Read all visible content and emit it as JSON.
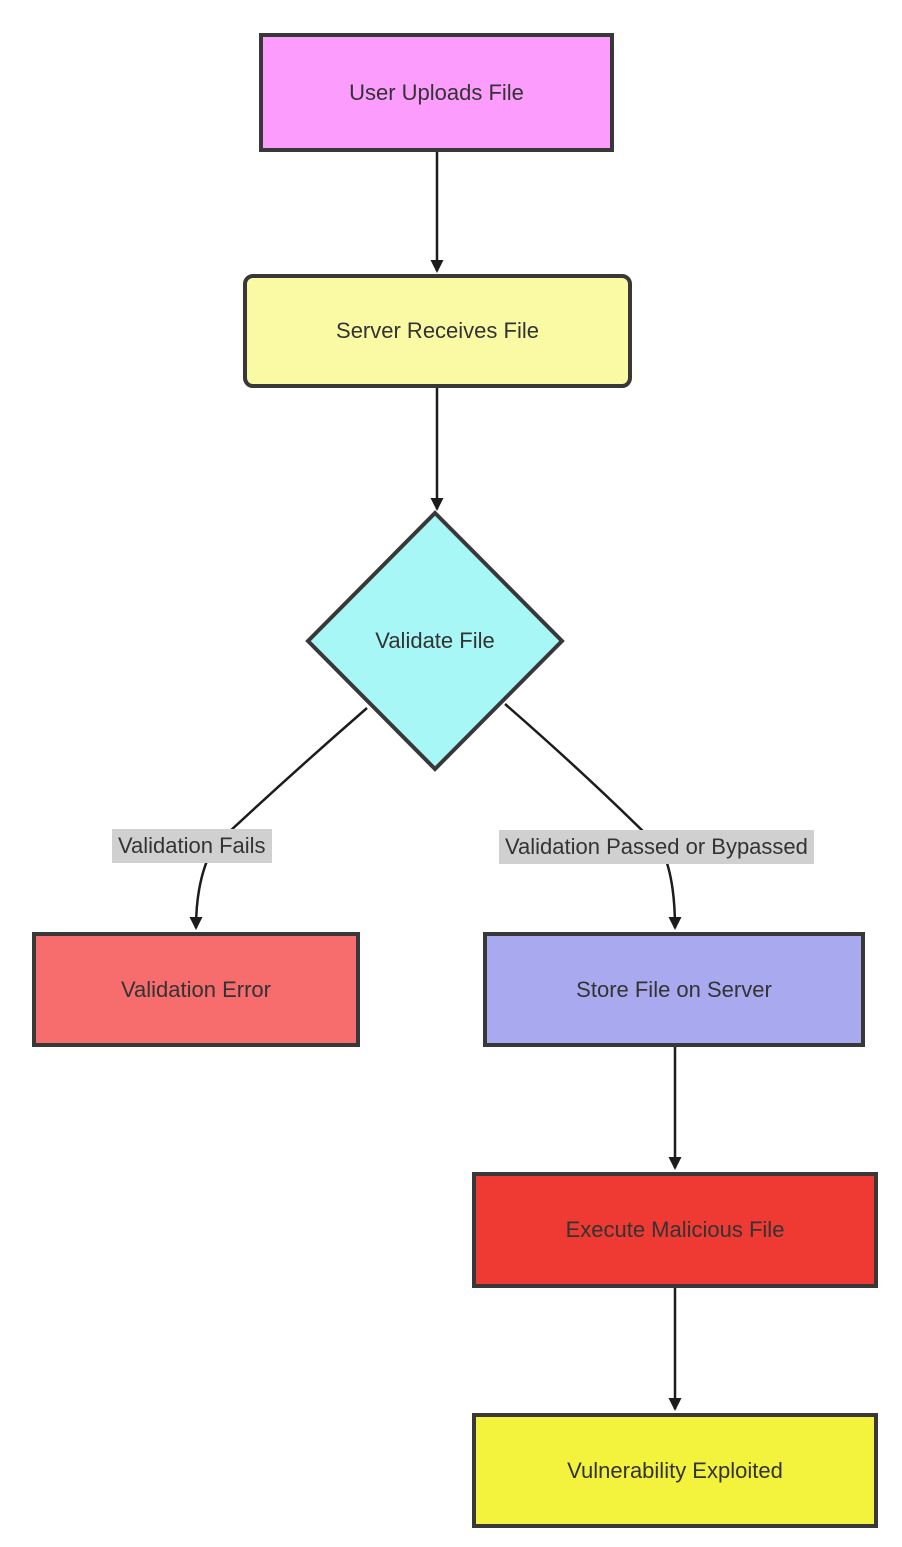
{
  "diagram": {
    "type": "flowchart",
    "direction": "top-down",
    "topic": "file upload vulnerability flow",
    "nodes": [
      {
        "id": "A",
        "label": "User Uploads File",
        "shape": "rectangle",
        "fill": "#fc9cfc"
      },
      {
        "id": "B",
        "label": "Server Receives File",
        "shape": "rounded",
        "fill": "#fafaa5"
      },
      {
        "id": "C",
        "label": "Validate File",
        "shape": "diamond",
        "fill": "#a8f7f7"
      },
      {
        "id": "D",
        "label": "Validation Error",
        "shape": "rectangle",
        "fill": "#f76c6c"
      },
      {
        "id": "E",
        "label": "Store File on Server",
        "shape": "rectangle",
        "fill": "#a9a9ef"
      },
      {
        "id": "F",
        "label": "Execute Malicious File",
        "shape": "rectangle",
        "fill": "#ee3a33"
      },
      {
        "id": "G",
        "label": "Vulnerability Exploited",
        "shape": "rectangle",
        "fill": "#f3f33d"
      }
    ],
    "edges": [
      {
        "from": "A",
        "to": "B",
        "label": ""
      },
      {
        "from": "B",
        "to": "C",
        "label": ""
      },
      {
        "from": "C",
        "to": "D",
        "label": "Validation Fails"
      },
      {
        "from": "C",
        "to": "E",
        "label": "Validation Passed or Bypassed"
      },
      {
        "from": "E",
        "to": "F",
        "label": ""
      },
      {
        "from": "F",
        "to": "G",
        "label": ""
      }
    ],
    "colors": {
      "background": "#ffffff",
      "node_border": "#383838",
      "edge_line": "#1c1c1c",
      "text": "#333333",
      "edge_label_bg": "#d0d0d0"
    }
  }
}
